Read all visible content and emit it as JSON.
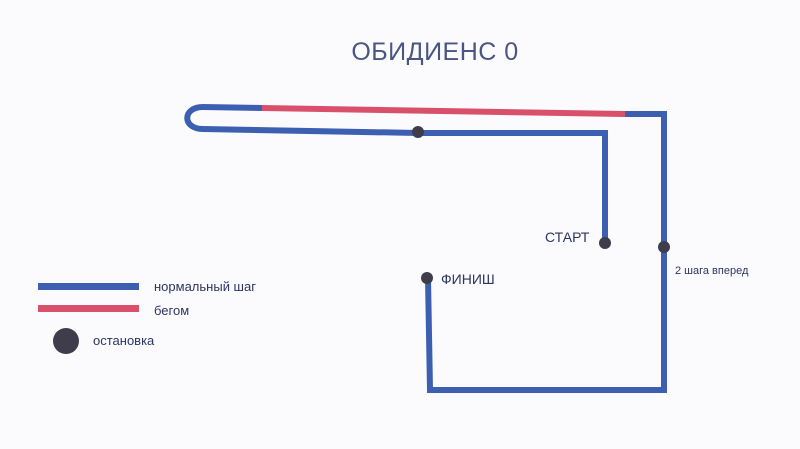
{
  "title": "ОБИДИЕНС 0",
  "labels": {
    "start": "СТАРТ",
    "finish": "ФИНИШ",
    "steps_forward": "2 шага вперед"
  },
  "legend": {
    "normal": "нормальный шаг",
    "run": "бегом",
    "stop": "остановка"
  },
  "colors": {
    "normal": "#3c5fb2",
    "run": "#d9506a",
    "stop": "#3f3d4c",
    "text": "#2d3560",
    "title": "#4a5583"
  }
}
